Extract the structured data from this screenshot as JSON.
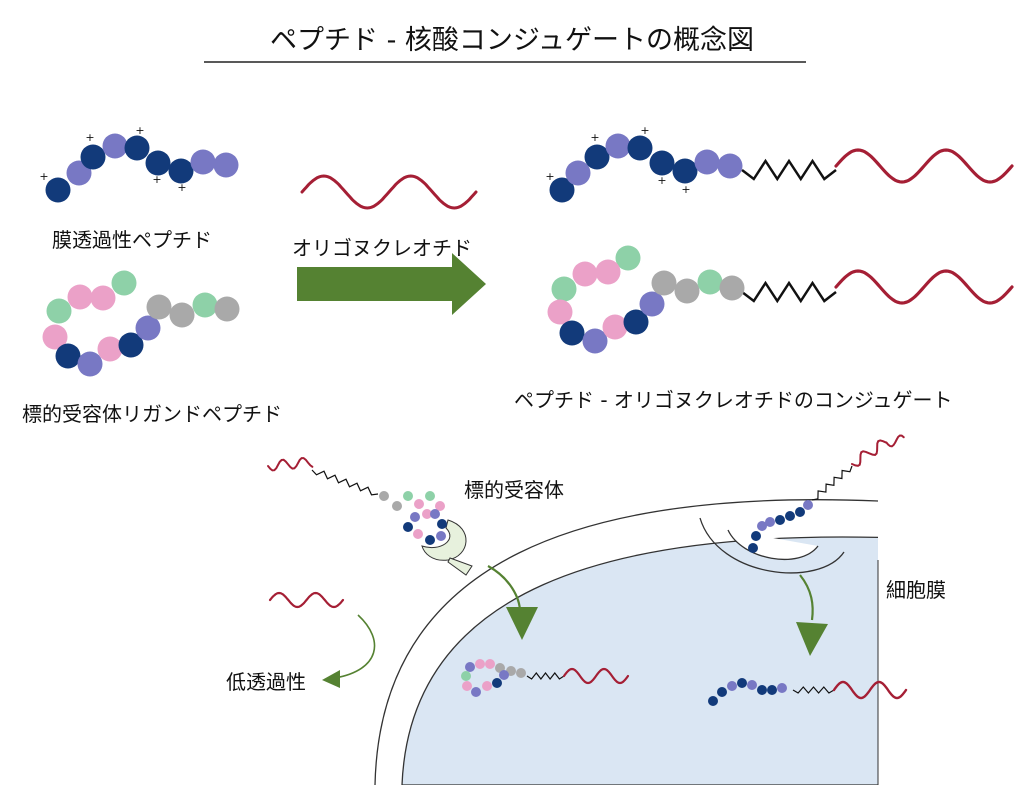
{
  "title": "ペプチド - 核酸コンジュゲートの概念図",
  "labels": {
    "membrane_permeable_peptide": "膜透過性ペプチド",
    "target_receptor_ligand_peptide": "標的受容体リガンドペプチド",
    "oligonucleotide": "オリゴヌクレオチド",
    "conjugate": "ペプチド - オリゴヌクレオチドのコンジュゲート",
    "target_receptor": "標的受容体",
    "cell_membrane": "細胞膜",
    "low_permeability": "低透過性"
  },
  "charge_symbol": "+",
  "colors": {
    "navy": "#123a7a",
    "lavender": "#7878c4",
    "pink": "#eba1c8",
    "mint": "#8ed1a8",
    "gray": "#a9a9a9",
    "rna": "#a51f35",
    "arrow_green": "#558232",
    "receptor": "#e7f1dd",
    "cytoplasm": "#dae6f3"
  }
}
